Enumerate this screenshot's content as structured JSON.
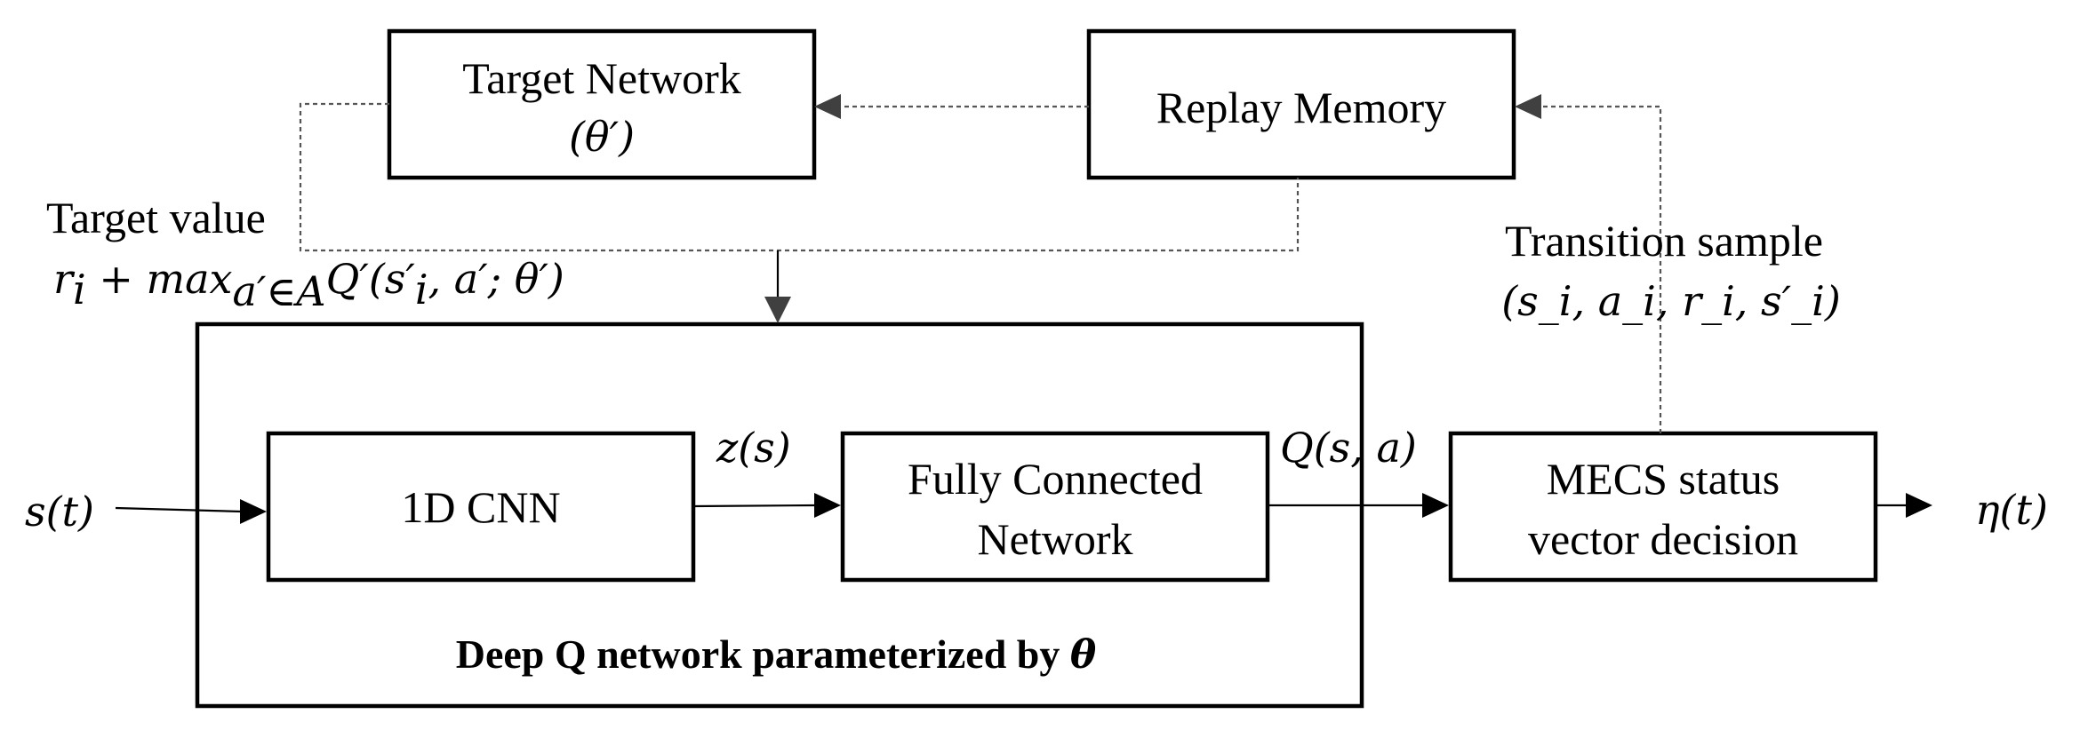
{
  "boxes": {
    "target_network": {
      "line1": "Target Network",
      "line2": "(θ′)"
    },
    "replay_memory": {
      "label": "Replay Memory"
    },
    "cnn": {
      "label": "1D CNN"
    },
    "fcn": {
      "line1": "Fully Connected",
      "line2": "Network"
    },
    "mecs": {
      "line1": "MECS status",
      "line2": "vector decision"
    },
    "dqn": {
      "caption": "Deep Q network parameterized by ",
      "caption_symbol": "θ"
    }
  },
  "labels": {
    "target_value": "Target value",
    "target_formula_start": "r",
    "target_formula_sub": "i",
    "target_formula_plus": " + ",
    "target_formula_max": "max",
    "target_formula_max_sub": "a′∈A",
    "target_formula_rest": "Q′(s′",
    "target_formula_rest_sub": "i",
    "target_formula_end": ", a′; θ′)",
    "transition_sample": "Transition sample",
    "transition_tuple": "(s_i, a_i, r_i, s′_i)",
    "input": "s(t)",
    "z": "z(s)",
    "q": "Q(s, a)",
    "output": "η(t)"
  },
  "colors": {
    "box_stroke": "#000000",
    "dashed_line": "#555555",
    "background": "#ffffff"
  }
}
